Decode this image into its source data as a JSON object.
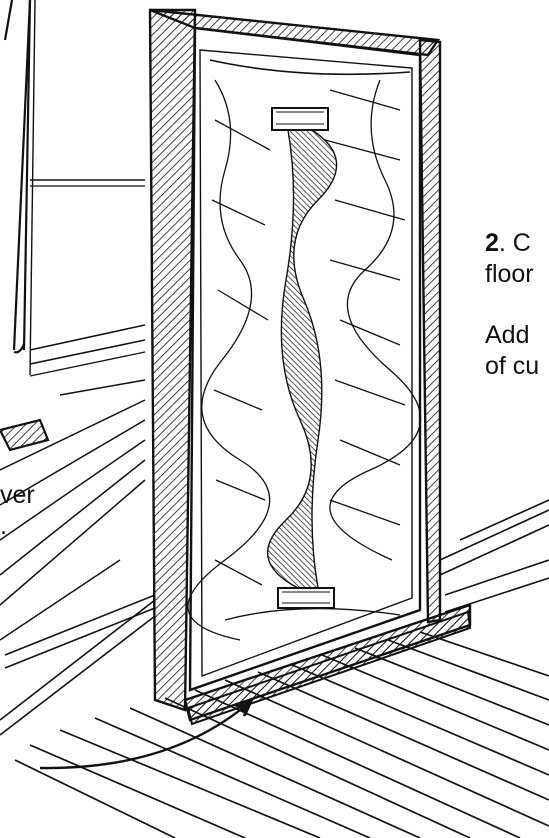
{
  "step_text": {
    "number": "2",
    "line1_rest": ". C",
    "line2": "floor",
    "line3": "Add",
    "line4": "of cu"
  },
  "left_text": {
    "line1": "ver",
    "line2": "."
  },
  "colors": {
    "ink": "#111111",
    "paper": "#ffffff"
  },
  "icons": {
    "arrow": "curved-arrow-icon"
  }
}
